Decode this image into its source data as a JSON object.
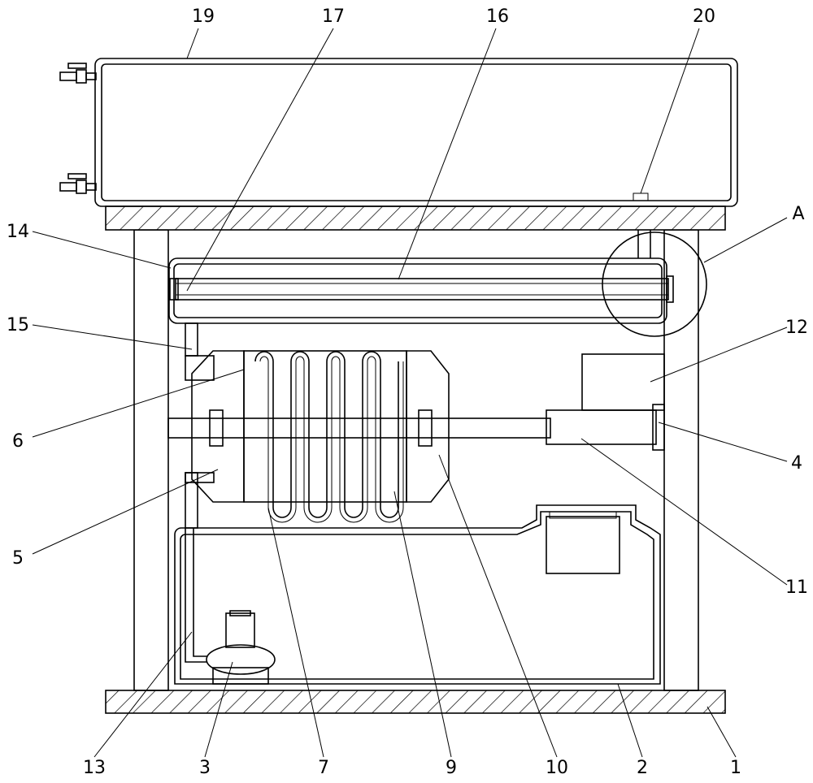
{
  "labels": {
    "l19": "19",
    "l17": "17",
    "l16": "16",
    "l20": "20",
    "l14": "14",
    "lA": "A",
    "l15": "15",
    "l12": "12",
    "l6": "6",
    "l4": "4",
    "l5": "5",
    "l11": "11",
    "l13": "13",
    "l3": "3",
    "l7": "7",
    "l9": "9",
    "l10": "10",
    "l2": "2",
    "l1": "1"
  }
}
